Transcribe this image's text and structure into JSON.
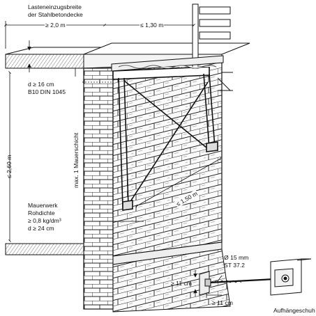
{
  "labels": {
    "load_width_line1": "Lasteneinzugsbreite",
    "load_width_line2": "der Stahlbetondecke",
    "width_min": "≥ 2,0 m",
    "cantilever_max": "≤ 1,30 m",
    "slab_thickness": "d ≥ 16 cm",
    "concrete_grade": "B10  DIN 1045",
    "max_course": "max. 1 Mauerschicht",
    "height_max": "≤ 2,60 m",
    "masonry_line1": "Mauerwerk",
    "masonry_line2": "Rohdichte",
    "masonry_line3": "≥ 0,8 kg/dm³",
    "masonry_line4": "d ≥ 24 cm",
    "diagonal_max": "≤ 1,50 m",
    "anchor_diameter": "Ø 15 mm",
    "anchor_steel": "ST 37.2",
    "anchor_height": "≥ 11 cm",
    "anchor_depth": "≥ 11 cm",
    "anchor_shoe": "Aufhängeschuh"
  }
}
